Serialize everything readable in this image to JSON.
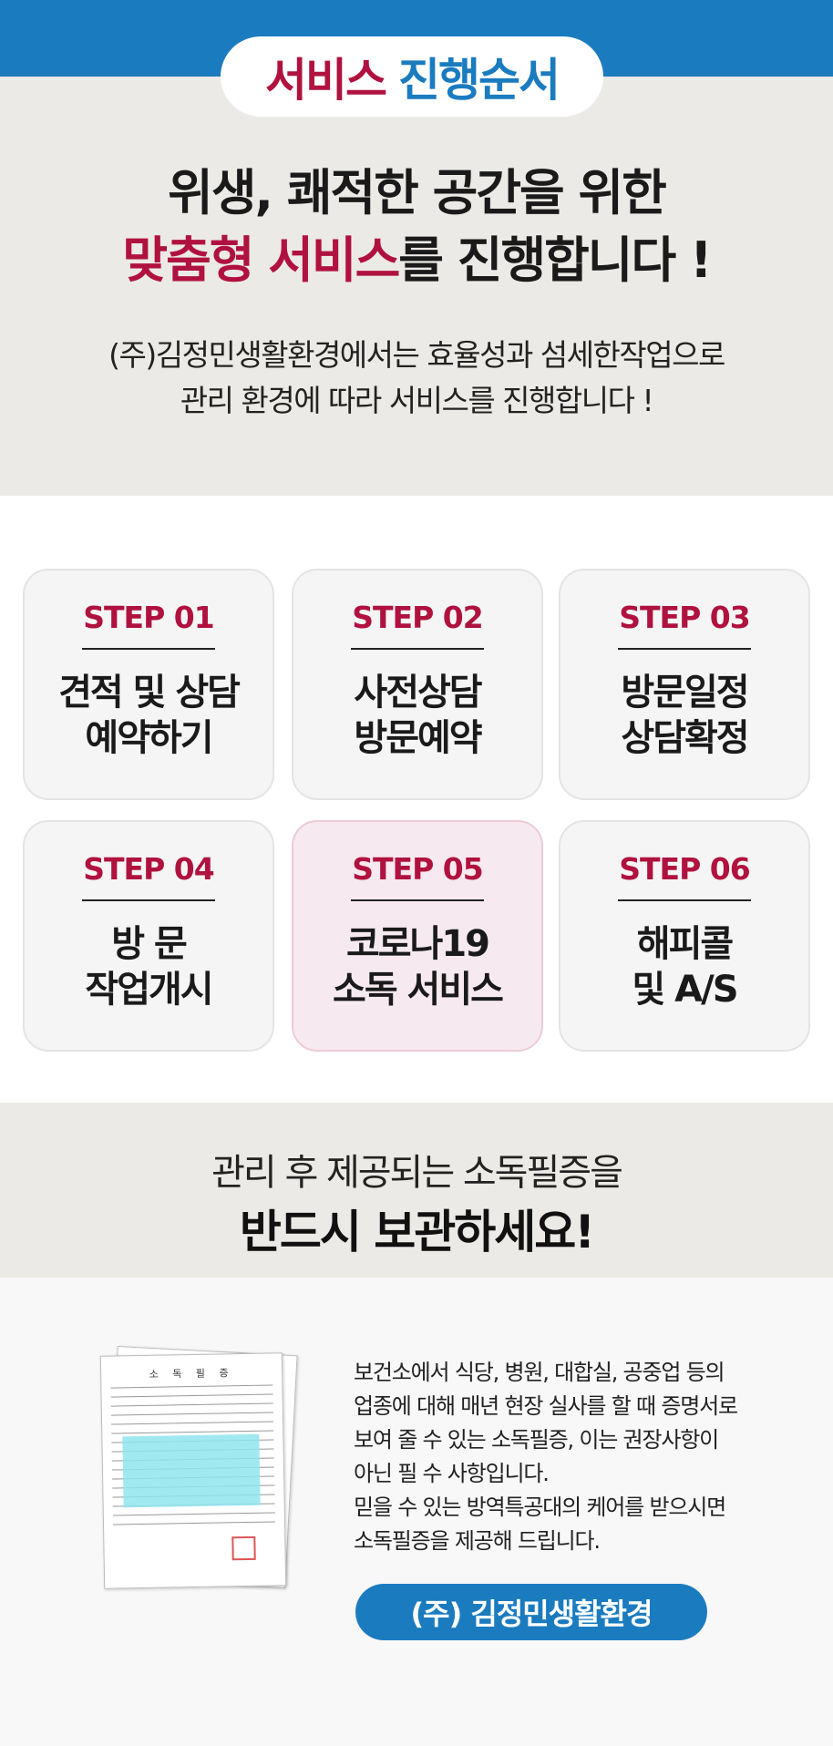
{
  "header": {
    "title_red": "서비스",
    "title_blue": "진행순서"
  },
  "hero": {
    "headline_line1": "위생, 쾌적한 공간을 위한",
    "headline_line2_red": "맞춤형 서비스",
    "headline_line2_rest": "를 진행합니다 !",
    "sub_line1": "(주)김정민생활환경에서는 효율성과 섬세한작업으로",
    "sub_line2": "관리 환경에 따라 서비스를 진행합니다 !"
  },
  "steps": [
    {
      "num": "STEP 01",
      "text": "견적 및 상담\n예약하기"
    },
    {
      "num": "STEP 02",
      "text": "사전상담\n방문예약"
    },
    {
      "num": "STEP 03",
      "text": "방문일정\n상담확정"
    },
    {
      "num": "STEP 04",
      "text": "방  문\n작업개시"
    },
    {
      "num": "STEP 05",
      "text": "코로나19\n소독 서비스"
    },
    {
      "num": "STEP 06",
      "text": "해피콜\n및 A/S"
    }
  ],
  "notice": {
    "line1": "관리 후 제공되는 소독필증을",
    "line2": "반드시 보관하세요!"
  },
  "certificate": {
    "doc_title": "소 독 필 증",
    "description": [
      "보건소에서 식당, 병원, 대합실, 공중업 등의",
      "업종에 대해 매년 현장 실사를 할 때 증명서로",
      "보여 줄 수 있는 소독필증, 이는 권장사항이",
      "아닌 필 수 사항입니다.",
      "믿을 수 있는 방역특공대의 케어를 받으시면",
      "소독필증을 제공해 드립니다."
    ],
    "company_button": "(주) 김정민생활환경"
  },
  "colors": {
    "brand_blue": "#1b7bbf",
    "accent_red": "#b0123f",
    "hero_bg": "#eceae6"
  }
}
